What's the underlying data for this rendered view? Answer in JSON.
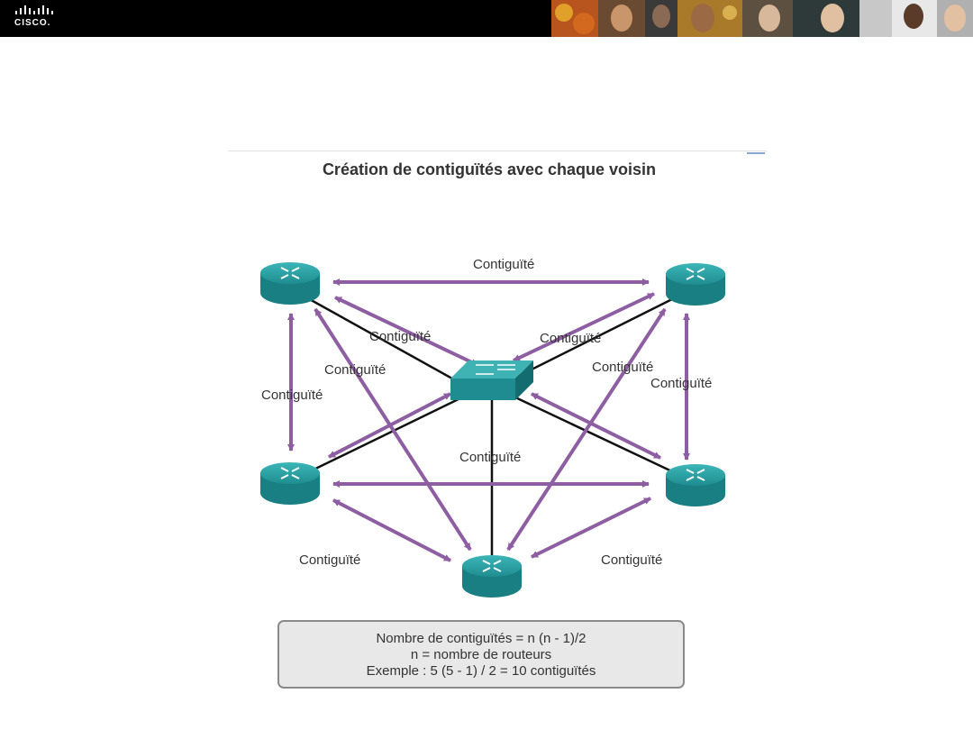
{
  "header": {
    "logo_text": "CISCO.",
    "photo_strip": "people-photo-strip"
  },
  "title": "Création de contiguïtés avec chaque voisin",
  "diagram": {
    "labels": {
      "top": "Contiguïté",
      "switch_left": "Contiguïté",
      "switch_right": "Contiguïté",
      "left_vertical": "Contiguïté",
      "left_diagonal": "Contiguïté",
      "right_diagonal": "Contiguïté",
      "right_vertical": "Contiguïté",
      "center": "Contiguïté",
      "bottom_left": "Contiguïté",
      "bottom_right": "Contiguïté"
    },
    "colors": {
      "arrow": "#8e5ea2",
      "link": "#111111",
      "device": "#1e8c91"
    }
  },
  "formula": {
    "line1": "Nombre de contiguïtés = n (n - 1)/2",
    "line2": "n = nombre de routeurs",
    "line3": "Exemple : 5 (5 - 1) / 2 = 10 contiguïtés"
  }
}
